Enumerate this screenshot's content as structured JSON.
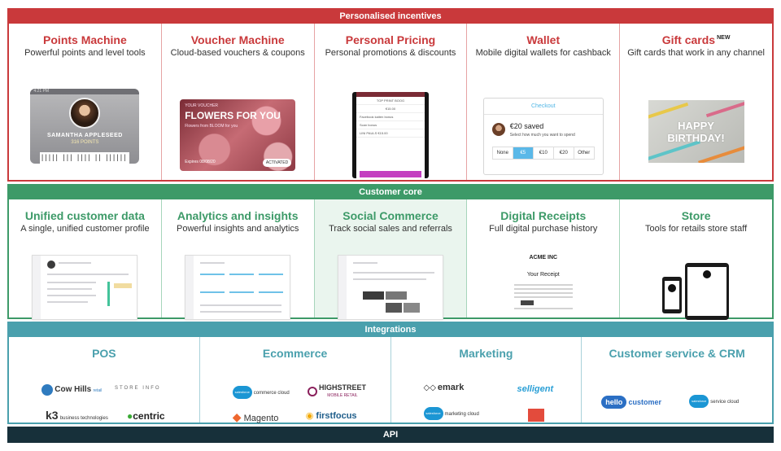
{
  "sections": {
    "incentives": {
      "title": "Personalised incentives",
      "columns": [
        {
          "title": "Points Machine",
          "subtitle": "Powerful points and level tools"
        },
        {
          "title": "Voucher Machine",
          "subtitle": "Cloud-based vouchers & coupons"
        },
        {
          "title": "Personal Pricing",
          "subtitle": "Personal promotions & discounts"
        },
        {
          "title": "Wallet",
          "subtitle": "Mobile digital wallets for cashback"
        },
        {
          "title": "Gift cards",
          "badge": "NEW",
          "subtitle": "Gift cards that work in any channel"
        }
      ]
    },
    "core": {
      "title": "Customer core",
      "columns": [
        {
          "title": "Unified customer data",
          "subtitle": "A single, unified customer profile"
        },
        {
          "title": "Analytics and insights",
          "subtitle": "Powerful insights and analytics"
        },
        {
          "title": "Social Commerce",
          "subtitle": "Track social sales and referrals"
        },
        {
          "title": "Digital Receipts",
          "subtitle": "Full digital purchase history"
        },
        {
          "title": "Store",
          "subtitle": "Tools for retails store staff"
        }
      ]
    },
    "integrations": {
      "title": "Integrations",
      "columns": [
        {
          "title": "POS",
          "logos": [
            "Cow Hills",
            "retail",
            "STORE INFO",
            "business technologies",
            "centric"
          ]
        },
        {
          "title": "Ecommerce",
          "logos": [
            "commerce cloud",
            "HIGHSTREET",
            "MOBILE RETAIL",
            "Magento",
            "firstfocus"
          ]
        },
        {
          "title": "Marketing",
          "logos": [
            "emark",
            "selligent",
            "marketing cloud"
          ]
        },
        {
          "title": "Customer service & CRM",
          "logos": [
            "hello",
            "customer",
            "service cloud"
          ]
        }
      ]
    }
  },
  "api_label": "API",
  "mocks": {
    "points": {
      "name": "SAMANTHA APPLESEED",
      "points": "316 POINTS",
      "time": "4:21 PM"
    },
    "voucher": {
      "top": "YOUR VOUCHER",
      "title": "FLOWERS FOR YOU",
      "line1": "Flowers from BLOOM for you",
      "expires": "Expires 08/08/20",
      "status": "ACTIVATED"
    },
    "pricing": {
      "header": "TOP PRINT BOOG",
      "price": "€15.00",
      "row1": "Facebook kaiten bonus",
      "row2": "Scan bonus",
      "user": "LINI PAULS",
      "total": "€15.00"
    },
    "wallet": {
      "header": "Checkout",
      "saved": "€20 saved",
      "hint": "Select how much you want to spend",
      "options": [
        "None",
        "€5",
        "€10",
        "€20",
        "Other"
      ],
      "selected_index": 1
    },
    "gift": {
      "line1": "HAPPY",
      "line2": "BIRTHDAY!"
    },
    "receipt": {
      "company": "ACME INC",
      "title": "Your Receipt"
    }
  },
  "colors": {
    "incentives": "#c9393b",
    "core": "#3d9a68",
    "integrations": "#4aa0ad",
    "api": "#17303a",
    "salesforce": "#1b96d4",
    "hello_customer": "#2b6fc4",
    "centric": "#3aaa35",
    "highstreet": "#8a1f5b",
    "selligent": "#2a9fd6",
    "magento": "#ee672f"
  }
}
